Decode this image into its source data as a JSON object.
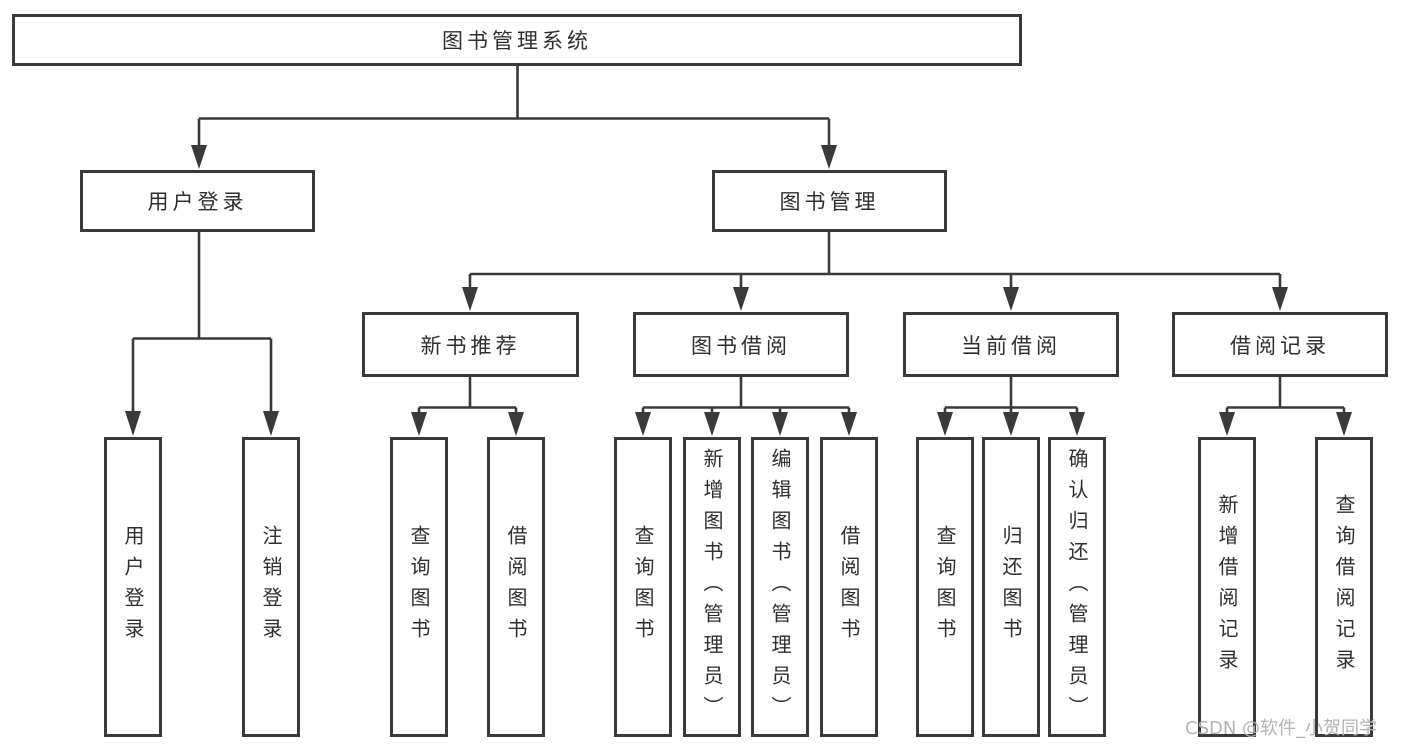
{
  "diagram_type": "hierarchy-tree",
  "colors": {
    "line": "#3a3a3a",
    "text": "#2f2f2f",
    "background": "#ffffff",
    "watermark": "#b3b3b3"
  },
  "tree": {
    "root": "图书管理系统",
    "children": [
      {
        "label": "用户登录",
        "children": [
          "用户登录",
          "注销登录"
        ]
      },
      {
        "label": "图书管理",
        "children": [
          {
            "label": "新书推荐",
            "children": [
              "查询图书",
              "借阅图书"
            ]
          },
          {
            "label": "图书借阅",
            "children": [
              "查询图书",
              "新增图书（管理员）",
              "编辑图书（管理员）",
              "借阅图书"
            ]
          },
          {
            "label": "当前借阅",
            "children": [
              "查询图书",
              "归还图书",
              "确认归还（管理员）"
            ]
          },
          {
            "label": "借阅记录",
            "children": [
              "新增借阅记录",
              "查询借阅记录"
            ]
          }
        ]
      }
    ]
  },
  "watermark": {
    "text": "CSDN @软件_小贺同学"
  }
}
